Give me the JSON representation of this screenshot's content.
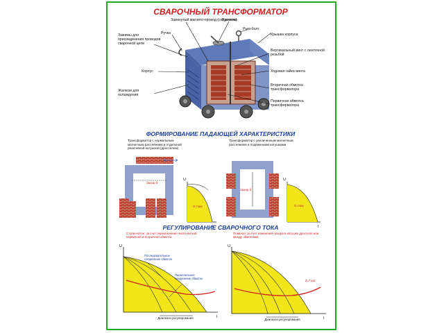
{
  "title": "СВАРОЧНЫЙ ТРАНСФОРМАТОР",
  "transformer_labels": {
    "core": "Замкнутый магнито-провод (сердечник)",
    "handle": "Ручка",
    "clamps": "Зажимы для присоединения проводов сварочной цепи",
    "body": "Корпус",
    "louvers": "Жалюзи для охлаждения",
    "crank": "Рукоятка",
    "bolt": "Рым-болт",
    "cover": "Крышка корпуса",
    "screw": "Вертикальный винт с ленточной резьбой",
    "nut": "Ходовая гайка винта",
    "secondary": "Вторичная обмотка трансформатора",
    "primary": "Первичная обмотка трансформатора"
  },
  "section2": {
    "heading": "ФОРМИРОВАНИЕ ПАДАЮЩЕЙ ХАРАКТЕРИСТИКИ",
    "left_caption": "Трансформатор с нормальным магнитным рассеянием и отдельной реактивной катушкой (дросселем)",
    "right_caption": "Трансформатор с увеличенным магнитным рассеянием и подвижными катушками",
    "gap_label": "Зазор δ",
    "graph_u": "U",
    "graph_i": "I",
    "curve_label": "I1 max"
  },
  "section3": {
    "heading": "РЕГУЛИРОВАНИЕ СВАРОЧНОГО ТОКА",
    "left_caption": "Ступенчатое: за счет переключения числа витков первичной и вторичной обмоток",
    "right_caption": "Плавное: за счет изменения зазора в катушке дросселя или между обмотками",
    "left_note1": "Последовательное соединение обмоток",
    "left_note2": "Параллельное соединение обмоток",
    "right_note": "Z=f var",
    "axis_u": "U",
    "axis_i": "I",
    "range_label": "Диапазон регулирования"
  },
  "colors": {
    "frame": "#22aa22",
    "title": "#d02020",
    "heading": "#1a3fa0",
    "yellow": "#f2e61a",
    "brick": "#b83a2a",
    "steel": "#7f96c8"
  }
}
